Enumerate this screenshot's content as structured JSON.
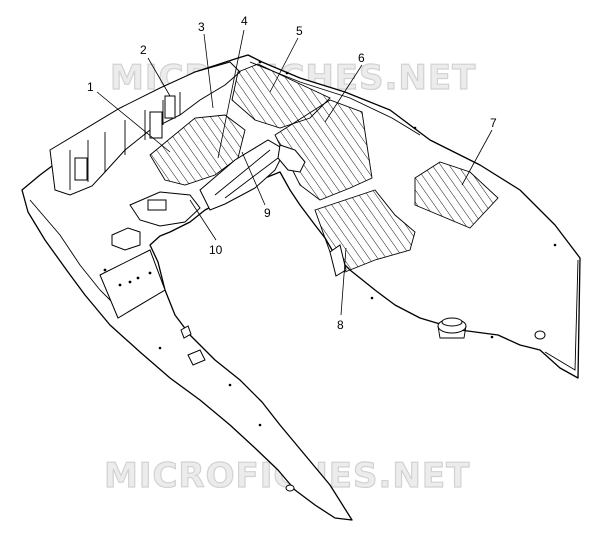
{
  "watermark": {
    "top": "MICROFICHES.NET",
    "bottom": "MICROFICHES.NET"
  },
  "callouts": [
    {
      "id": "1",
      "label": "1"
    },
    {
      "id": "2",
      "label": "2"
    },
    {
      "id": "3",
      "label": "3"
    },
    {
      "id": "4",
      "label": "4"
    },
    {
      "id": "5",
      "label": "5"
    },
    {
      "id": "6",
      "label": "6"
    },
    {
      "id": "7",
      "label": "7"
    },
    {
      "id": "8",
      "label": "8"
    },
    {
      "id": "9",
      "label": "9"
    },
    {
      "id": "10",
      "label": "10"
    }
  ],
  "colors": {
    "line": "#000000",
    "watermark_fill": "#ececec",
    "background": "#ffffff"
  }
}
